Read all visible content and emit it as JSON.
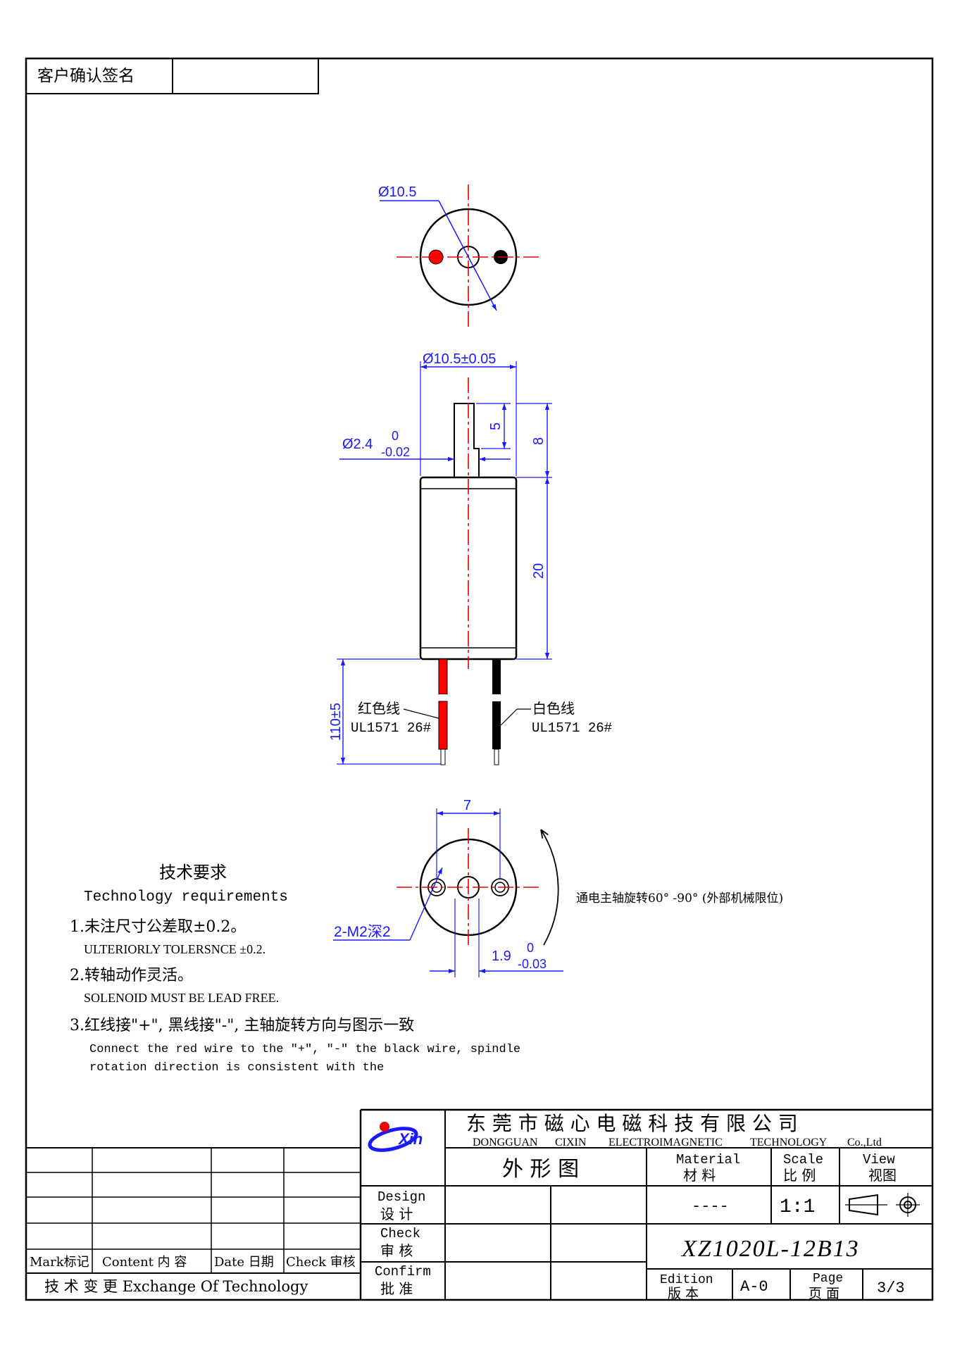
{
  "customer_signature": {
    "label": "客户确认签名",
    "value": ""
  },
  "top_view": {
    "diameter": "Ø10.5"
  },
  "side_view": {
    "body_diameter": "Ø10.5±0.05",
    "shaft_diameter": "Ø2.4",
    "shaft_tol_upper": "0",
    "shaft_tol_lower": "-0.02",
    "flat_length": "5",
    "shaft_length": "8",
    "body_length": "20",
    "lead_length": "110±5",
    "red_wire_name": "红色线",
    "red_wire_spec": "UL1571 26#",
    "white_wire_name": "白色线",
    "white_wire_spec": "UL1571 26#"
  },
  "bottom_view": {
    "hole_spacing": "7",
    "thread_callout": "2-M2深2",
    "flat_value": "1.9",
    "flat_tol_upper": "0",
    "flat_tol_lower": "-0.03",
    "rotation_note": "通电主轴旋转60° -90° (外部机械限位)"
  },
  "tech_requirements": {
    "title_cn": "技术要求",
    "title_en": "Technology   requirements",
    "items": [
      {
        "cn": "1.未注尺寸公差取±0.2。",
        "en": "ULTERIORLY TOLERSNCE ±0.2."
      },
      {
        "cn": "2.转轴动作灵活。",
        "en": "SOLENOID MUST BE LEAD FREE."
      },
      {
        "cn": "3.红线接\"+\", 黑线接\"-\", 主轴旋转方向与图示一致",
        "en1": "Connect the red wire to the \"+\", \"-\" the black wire, spindle",
        "en2": "rotation direction is consistent with the"
      }
    ]
  },
  "title_block": {
    "company_cn": "东 莞 市 磁 心 电 磁 科 技 有 限 公 司",
    "company_en_1": "DONGGUAN",
    "company_en_2": "CIXIN",
    "company_en_3": "ELECTROIMAGNETIC",
    "company_en_4": "TECHNOLOGY",
    "company_en_5": "Co.,Ltd",
    "logo_text": "Xin",
    "drawing_title": "外 形 图",
    "material_en": "Material",
    "material_cn": "材 料",
    "material_value": "----",
    "scale_en": "Scale",
    "scale_cn": "比 例",
    "scale_value": "1:1",
    "view_en": "View",
    "view_cn": "视图",
    "design_en": "Design",
    "design_cn": "设 计",
    "check_en": "Check",
    "check_cn": "审 核",
    "confirm_en": "Confirm",
    "confirm_cn": "批 准",
    "part_number": "XZ1020L-12B13",
    "edition_en": "Edition",
    "edition_cn": "版 本",
    "edition_value": "A-0",
    "page_en": "Page",
    "page_cn": "页 面",
    "page_value": "3/3",
    "rev_cols": [
      "Mark标记",
      "Content 内 容",
      "Date 日期",
      "Check 审核"
    ],
    "rev_footer": "技 术 变 更   Exchange Of Technology"
  }
}
